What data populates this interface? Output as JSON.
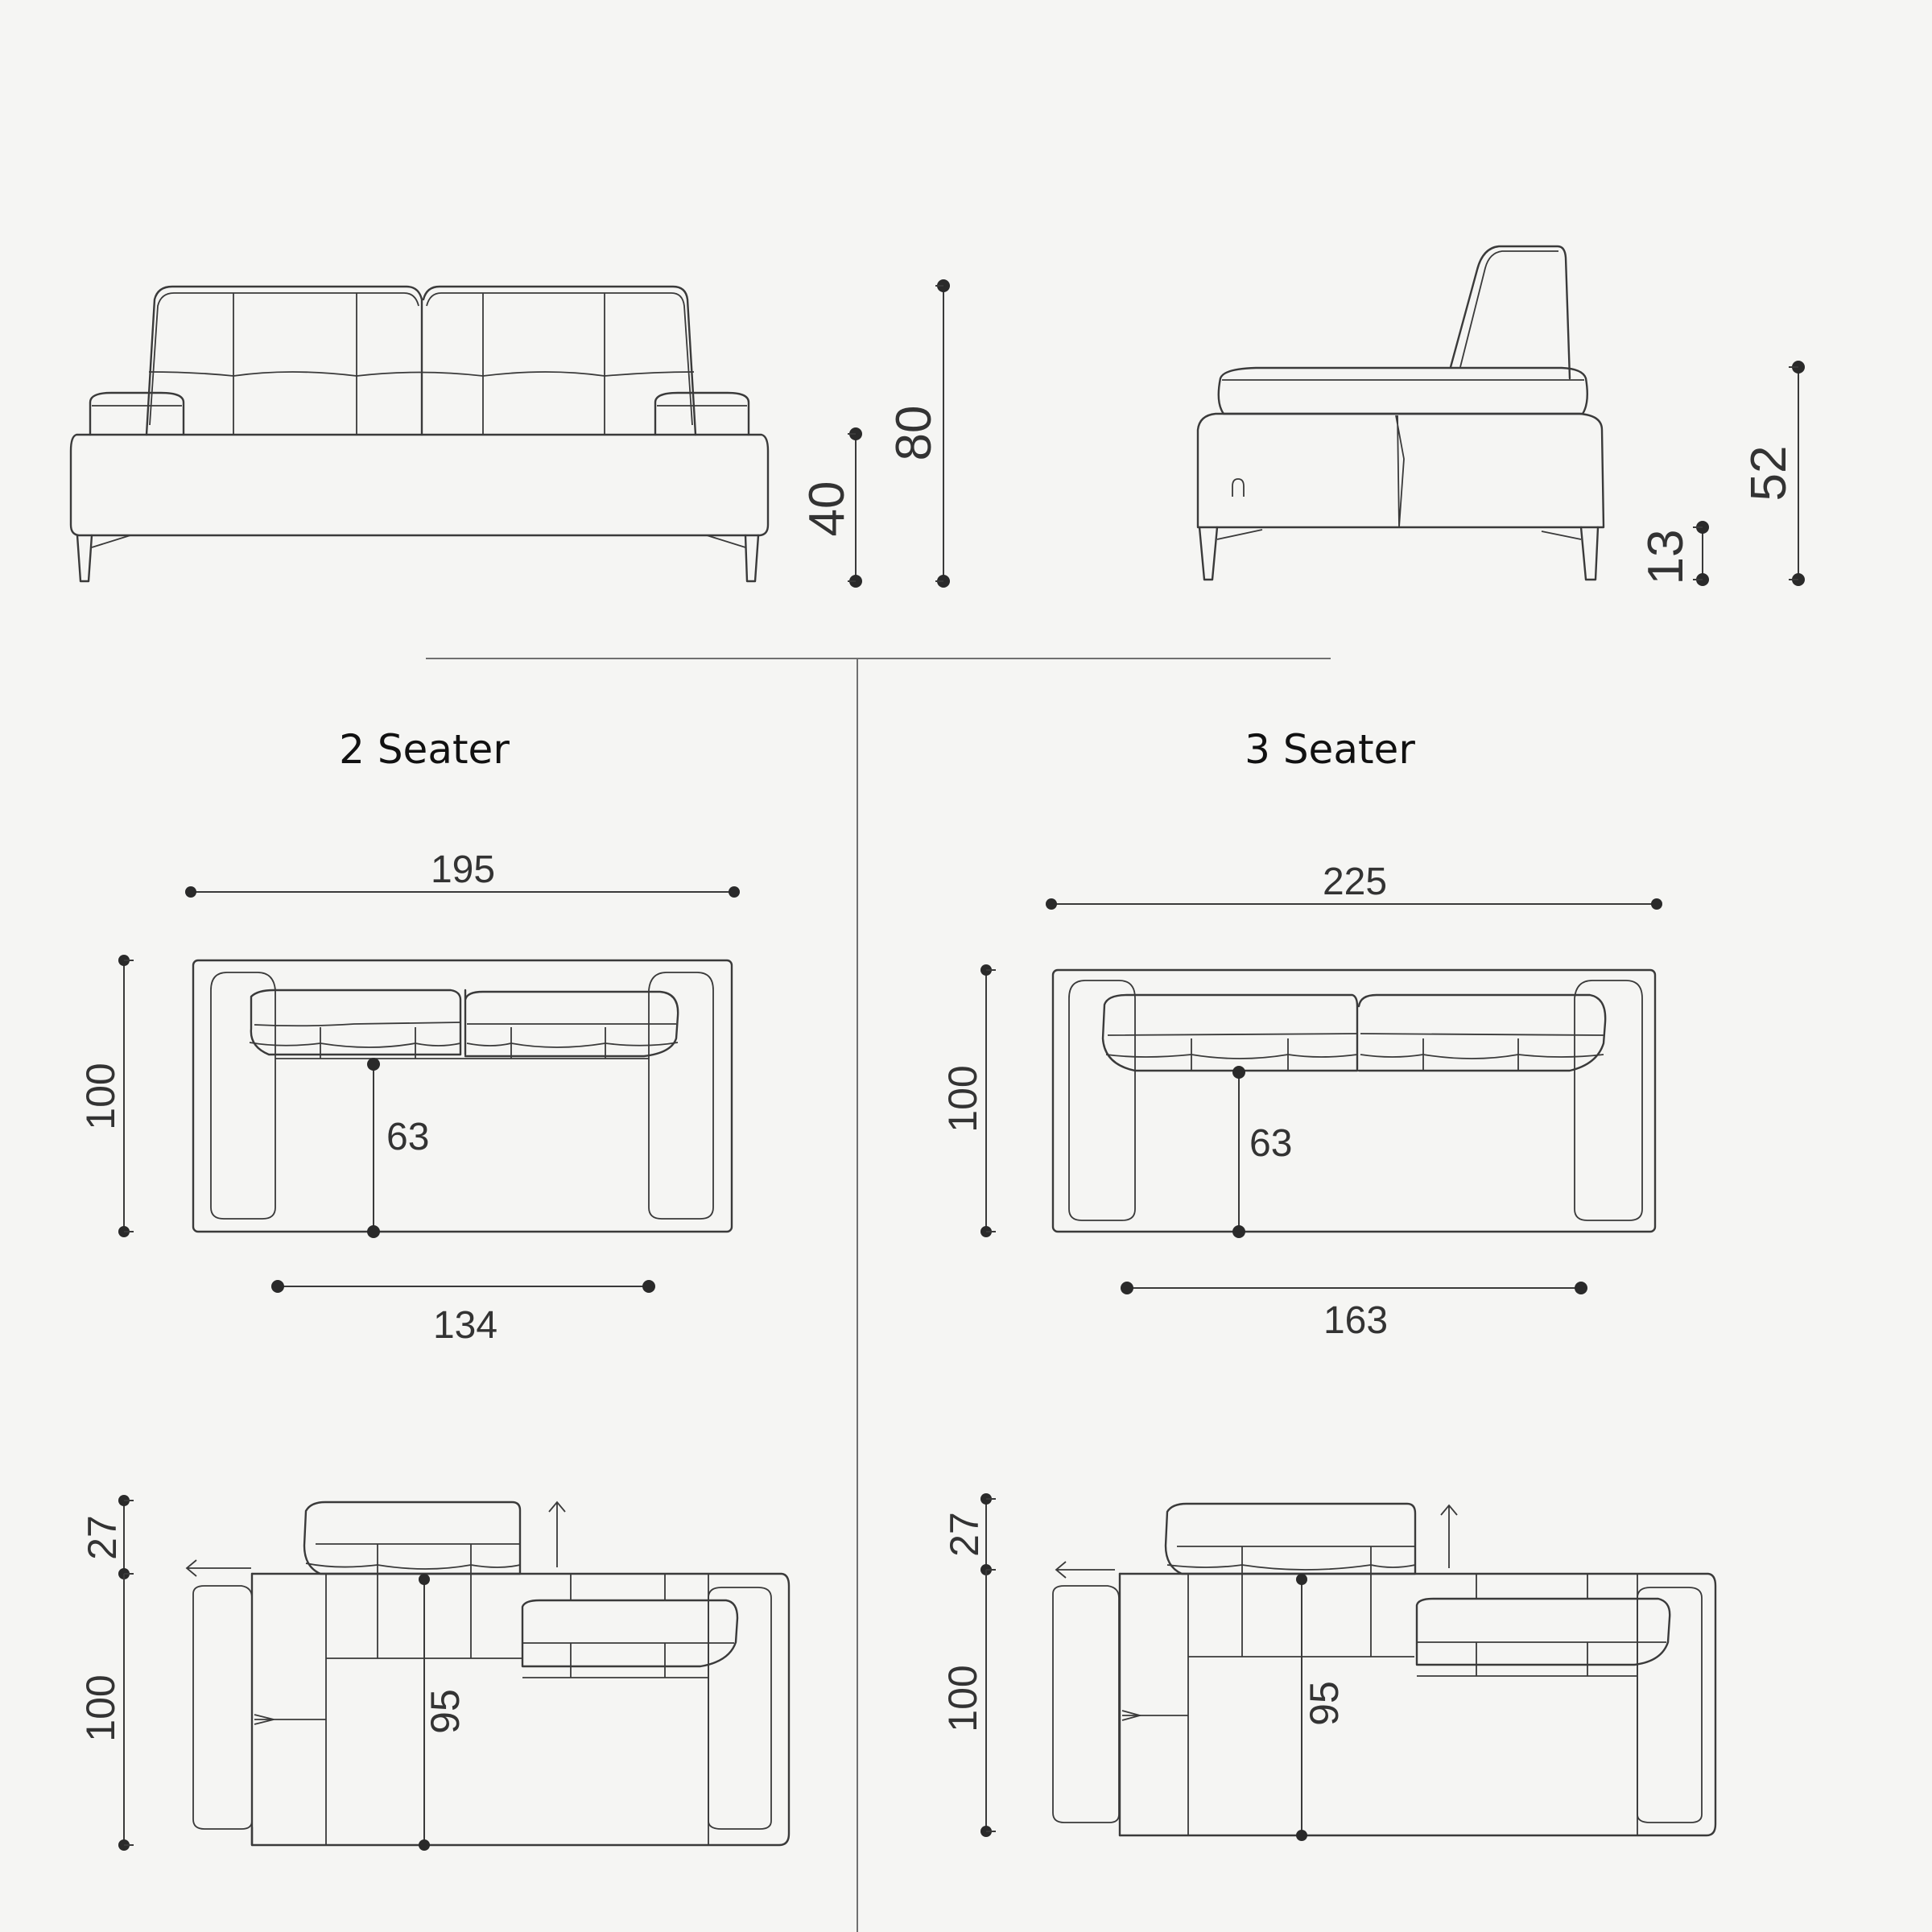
{
  "colors": {
    "background": "#f5f5f3",
    "line": "#3a3a3a",
    "divider": "#707070",
    "text": "#333333"
  },
  "front_view": {
    "seat_height_label": "40",
    "total_height_label": "80"
  },
  "side_view": {
    "leg_height_label": "13",
    "arm_height_label": "52",
    "recline_icon": "recline-handle-icon"
  },
  "sections": [
    {
      "title": "2 Seater",
      "top_view": {
        "width_label": "195",
        "depth_label": "100",
        "seat_depth_label": "63",
        "seat_width_label": "134"
      },
      "recline_view": {
        "headrest_extension_label": "27",
        "depth_label": "100",
        "reclined_seat_depth_label": "95"
      }
    },
    {
      "title": "3 Seater",
      "top_view": {
        "width_label": "225",
        "depth_label": "100",
        "seat_depth_label": "63",
        "seat_width_label": "163"
      },
      "recline_view": {
        "headrest_extension_label": "27",
        "depth_label": "100",
        "reclined_seat_depth_label": "95"
      }
    }
  ]
}
